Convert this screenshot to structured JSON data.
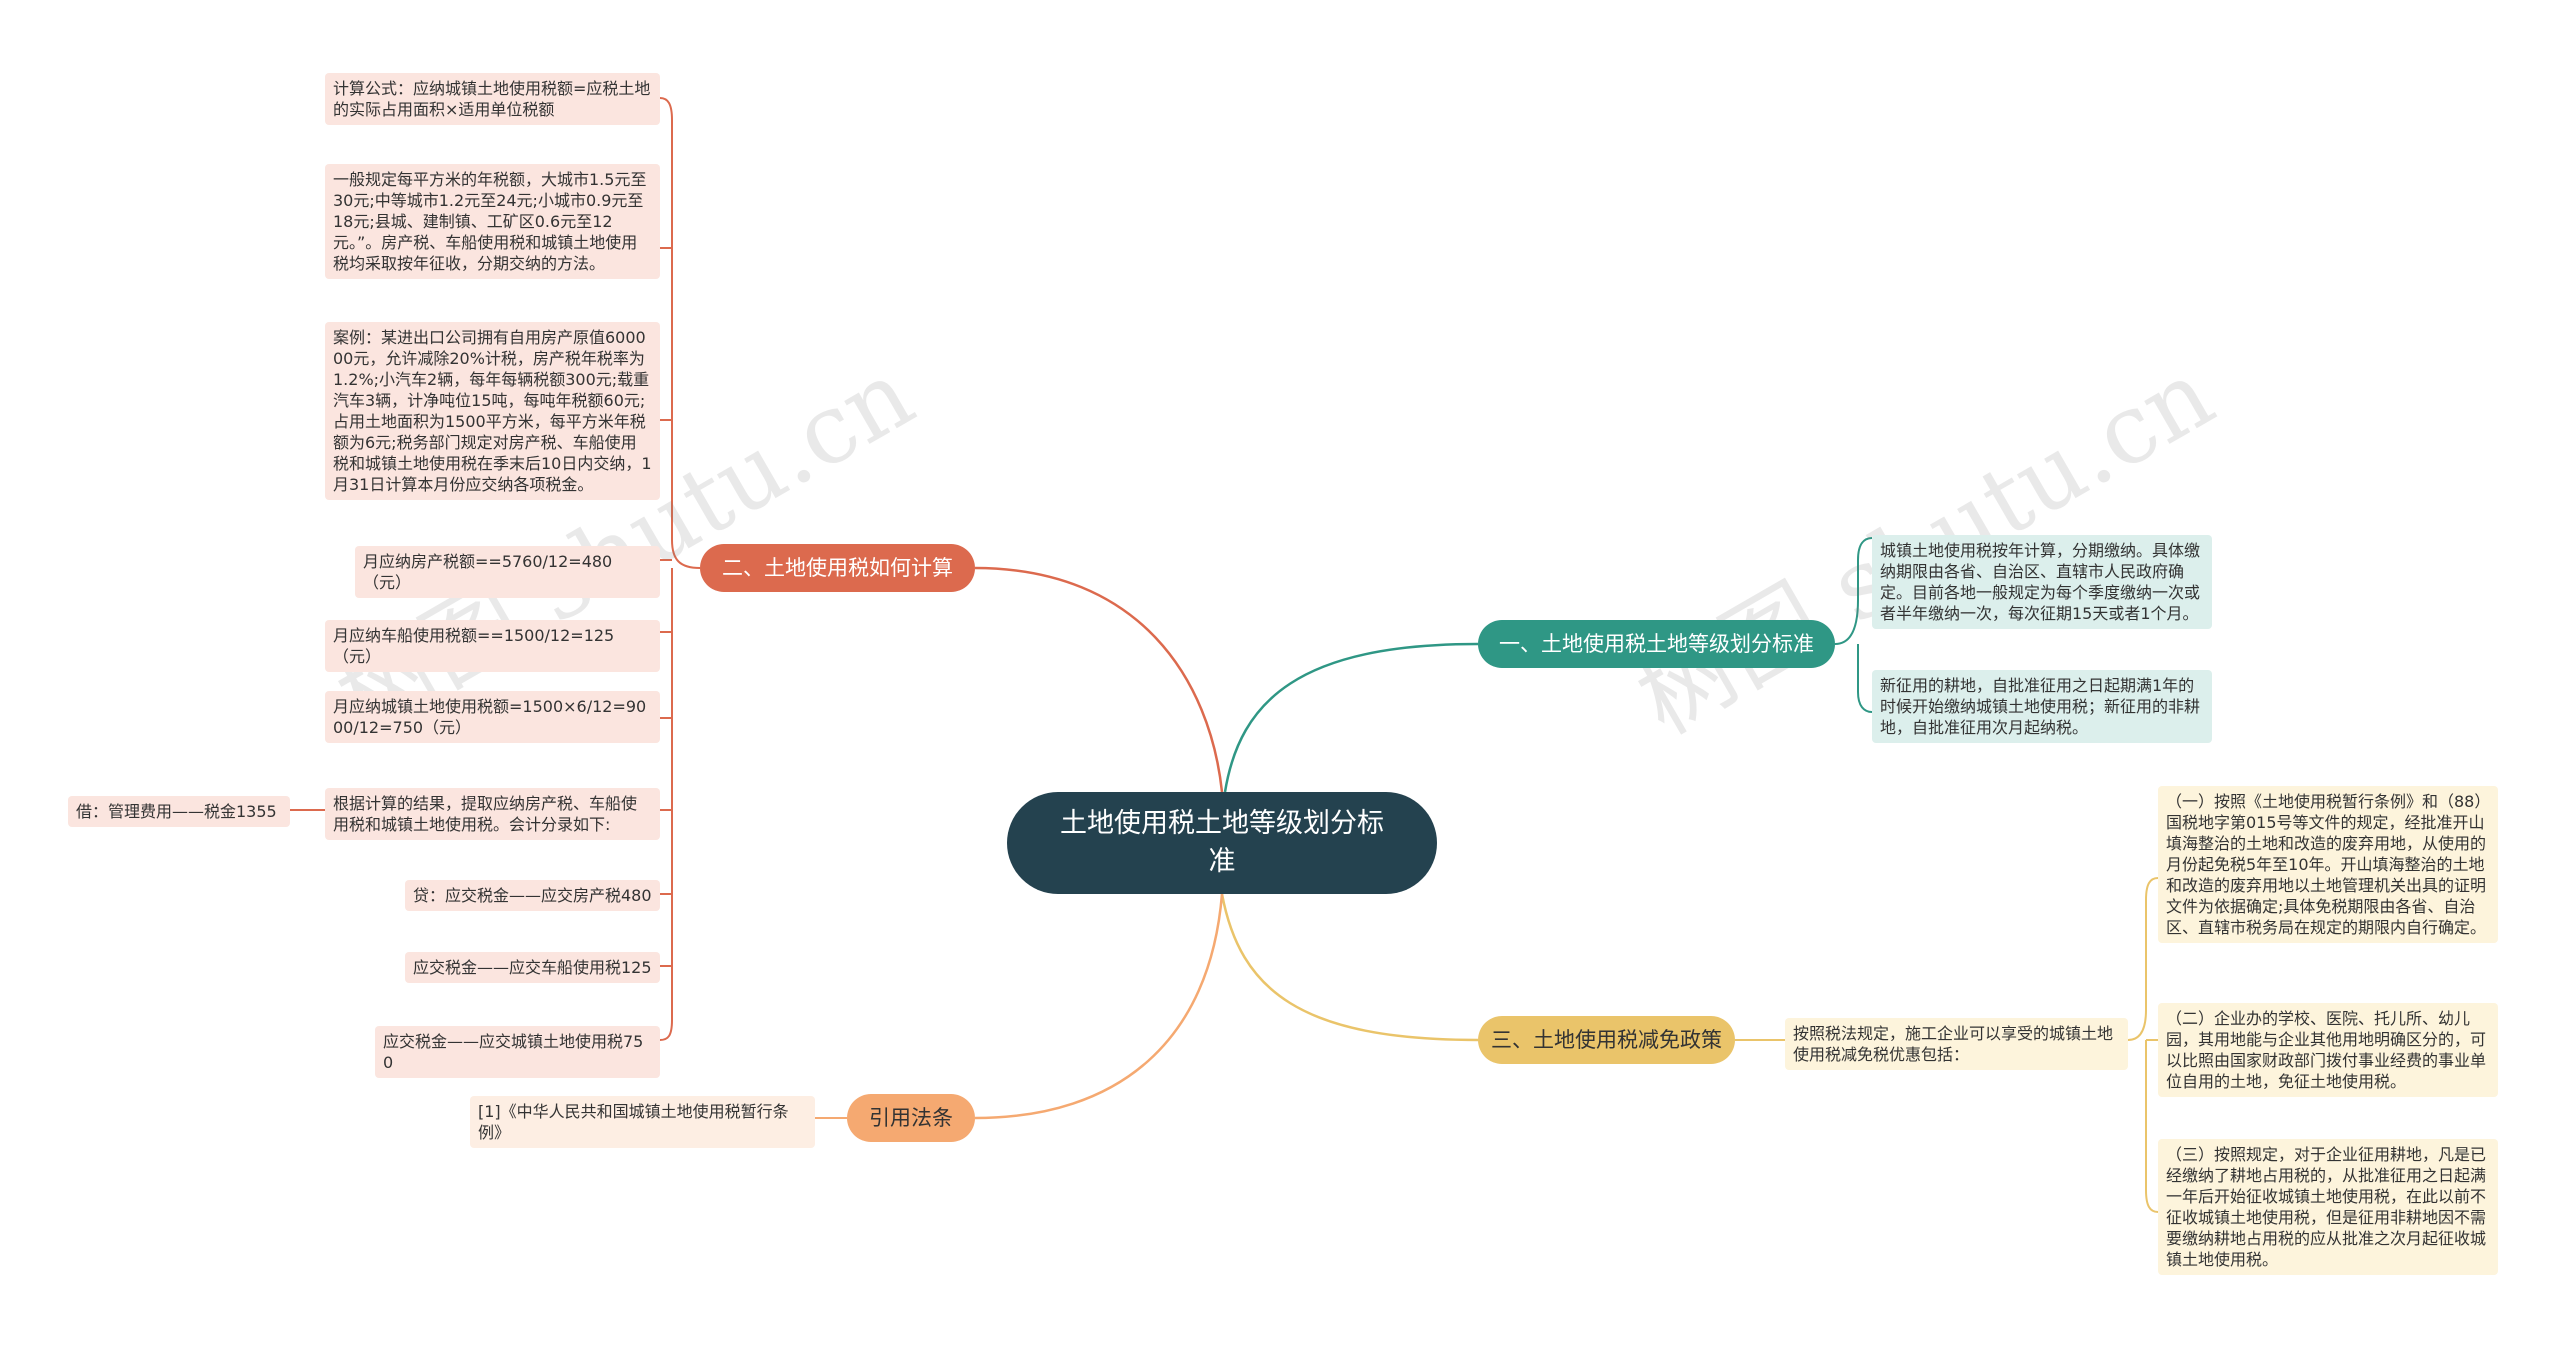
{
  "center": {
    "label": "土地使用税土地等级划分标准"
  },
  "branches": {
    "b1": "一、土地使用税土地等级划分标准",
    "b2": "二、土地使用税如何计算",
    "b3": "三、土地使用税减免政策",
    "b4": "引用法条"
  },
  "leaves": {
    "b1": [
      "城镇土地使用税按年计算，分期缴纳。具体缴纳期限由各省、自治区、直辖市人民政府确定。目前各地一般规定为每个季度缴纳一次或者半年缴纳一次，每次征期15天或者1个月。",
      "新征用的耕地，自批准征用之日起期满1年的时候开始缴纳城镇土地使用税；新征用的非耕地，自批准征用次月起纳税。"
    ],
    "b2": [
      "计算公式：应纳城镇土地使用税额=应税土地的实际占用面积×适用单位税额",
      "一般规定每平方米的年税额，大城市1.5元至30元;中等城市1.2元至24元;小城市0.9元至18元;县城、建制镇、工矿区0.6元至12元。”。房产税、车船使用税和城镇土地使用税均采取按年征收，分期交纳的方法。",
      "案例：某进出口公司拥有自用房产原值600000元，允许减除20%计税，房产税年税率为1.2%;小汽车2辆，每年每辆税额300元;载重汽车3辆，计净吨位15吨，每吨年税额60元;占用土地面积为1500平方米，每平方米年税额为6元;税务部门规定对房产税、车船使用税和城镇土地使用税在季末后10日内交纳，1月31日计算本月份应交纳各项税金。",
      "月应纳房产税额==5760/12=480（元）",
      "月应纳车船使用税额==1500/12=125（元）",
      "月应纳城镇土地使用税额=1500×6/12=9000/12=750（元）",
      "根据计算的结果，提取应纳房产税、车船使用税和城镇土地使用税。会计分录如下:",
      "贷：应交税金——应交房产税480",
      "应交税金——应交车船使用税125",
      "应交税金——应交城镇土地使用税750"
    ],
    "b2_sub": "借：管理费用——税金1355",
    "b3": "按照税法规定，施工企业可以享受的城镇土地使用税减免税优惠包括：",
    "b3_sub": [
      "（一）按照《土地使用税暂行条例》和（88）国税地字第015号等文件的规定，经批准开山填海整治的土地和改造的废弃用地，从使用的月份起免税5年至10年。开山填海整治的土地和改造的废弃用地以土地管理机关出具的证明文件为依据确定;具体免税期限由各省、自治区、直辖市税务局在规定的期限内自行确定。",
      "（二）企业办的学校、医院、托儿所、幼儿园，其用地能与企业其他用地明确区分的，可以比照由国家财政部门拨付事业经费的事业单位自用的土地，免征土地使用税。",
      "（三）按照规定，对于企业征用耕地，凡是已经缴纳了耕地占用税的，从批准征用之日起满一年后开始征收城镇土地使用税，在此以前不征收城镇土地使用税，但是征用非耕地因不需要缴纳耕地占用税的应从批准之次月起征收城镇土地使用税。"
    ],
    "b4": [
      "[1]《中华人民共和国城镇土地使用税暂行条例》"
    ]
  },
  "watermark": [
    "树图 shutu.cn",
    "树图 shutu.cn"
  ],
  "colors": {
    "center": "#24424f",
    "teal": "#2f9785",
    "red": "#dc6a4e",
    "yellow": "#eac46a",
    "orange": "#f5a971"
  }
}
